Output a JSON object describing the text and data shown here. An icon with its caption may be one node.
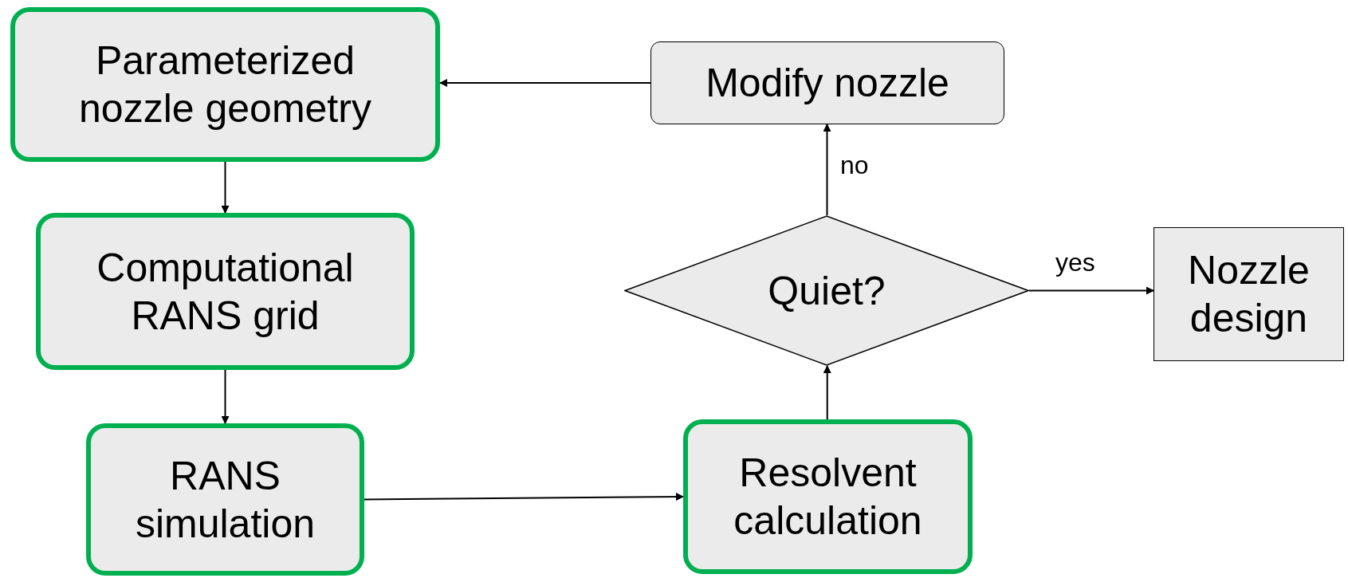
{
  "diagram": {
    "nodes": [
      {
        "text": [
          "Parameterized nozzle geometry"
        ]
      },
      {
        "text": [
          "Computational RANS grid"
        ]
      },
      {
        "text": [
          "RANS simulation"
        ]
      },
      {
        "text": [
          "Resolvent calculation"
        ]
      },
      {
        "text": [
          "Quiet?"
        ]
      },
      {
        "text": [
          "Modify nozzle"
        ]
      },
      {
        "text": [
          "Nozzle design"
        ]
      }
    ],
    "edges": [
      {
        "from": 5,
        "to": 0,
        "arrow": "to"
      },
      {
        "from": 0,
        "to": 1,
        "arrow": "to"
      },
      {
        "from": 1,
        "to": 2,
        "arrow": "to"
      },
      {
        "from": 2,
        "to": 3,
        "arrow": "to"
      },
      {
        "from": 3,
        "to": 4,
        "arrow": "to"
      },
      {
        "from": 4,
        "to": 5,
        "arrow": "to",
        "label": "no"
      },
      {
        "from": 4,
        "to": 6,
        "arrow": "to",
        "label": "yes"
      }
    ]
  }
}
